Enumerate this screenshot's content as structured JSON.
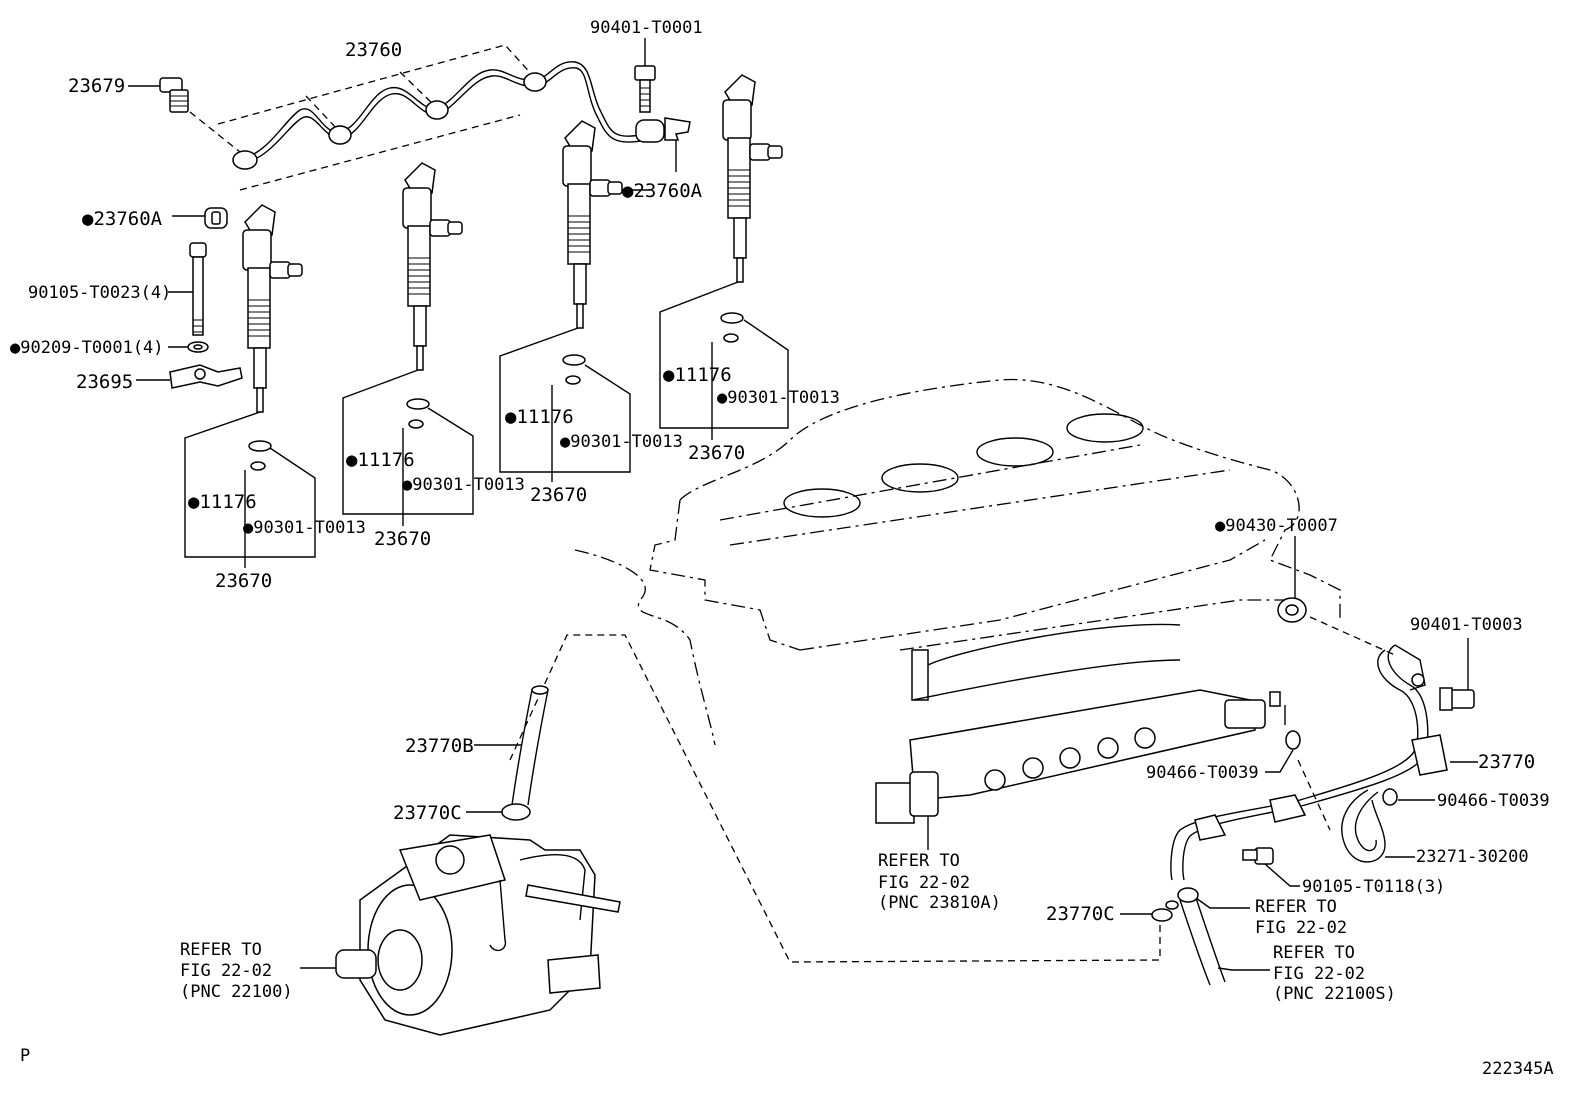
{
  "labels": {
    "p23679": "23679",
    "p23760": "23760",
    "p90401_t0001": "90401-T0001",
    "p23760a_right": "●23760A",
    "p23760a_left": "●23760A",
    "p90105_t0023": "90105-T0023(4)",
    "p90209_t0001": "●90209-T0001(4)",
    "p23695": "23695",
    "p11176_a": "●11176",
    "p90301_a": "●90301-T0013",
    "p23670_a": "23670",
    "p11176_b": "●11176",
    "p90301_b": "●90301-T0013",
    "p23670_b": "23670",
    "p11176_c": "●11176",
    "p90301_c": "●90301-T0013",
    "p23670_c": "23670",
    "p11176_d": "●11176",
    "p90301_d": "●90301-T0013",
    "p23670_d": "23670",
    "p90430_t0007": "●90430-T0007",
    "p90401_t0003": "90401-T0003",
    "p23770": "23770",
    "p90466_t0039_a": "90466-T0039",
    "p90466_t0039_b": "90466-T0039",
    "p23271_30200": "23271-30200",
    "p90105_t0118": "90105-T0118(3)",
    "p23770b": "23770B",
    "p23770c_top": "23770C",
    "p23770c_bottom": "23770C",
    "footer_letter": "P",
    "figure_code": "222345A"
  },
  "refer_notes": {
    "rail": [
      "REFER TO",
      "FIG 22-02",
      "(PNC 23810A)"
    ],
    "pump": [
      "REFER TO",
      "FIG 22-02",
      "(PNC 22100)"
    ],
    "hose_mid": [
      "REFER TO",
      "FIG 22-02"
    ],
    "hose_bottom": [
      "REFER TO",
      "FIG 22-02",
      "(PNC 22100S)"
    ]
  }
}
